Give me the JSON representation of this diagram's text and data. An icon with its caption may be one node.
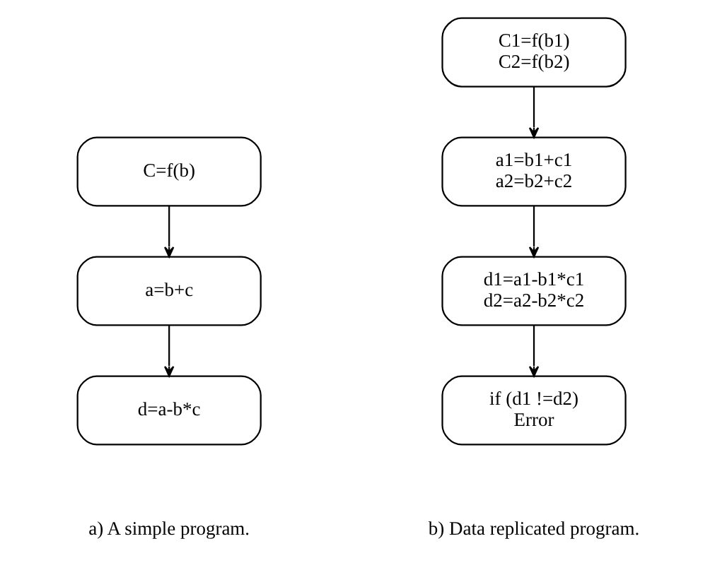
{
  "diagram": {
    "nodes": [
      {
        "text": [
          "C=f(b)"
        ]
      },
      {
        "text": [
          "a=b+c"
        ]
      },
      {
        "text": [
          "d=a-b*c"
        ]
      },
      {
        "text": [
          "C1=f(b1)",
          "C2=f(b2)"
        ]
      },
      {
        "text": [
          "a1=b1+c1",
          "a2=b2+c2"
        ]
      },
      {
        "text": [
          "d1=a1-b1*c1",
          "d2=a2-b2*c2"
        ]
      },
      {
        "text": [
          "if (d1 !=d2)",
          "Error"
        ]
      }
    ],
    "edges": [
      {
        "from": 0,
        "to": 1,
        "arrow": "to"
      },
      {
        "from": 1,
        "to": 2,
        "arrow": "to"
      },
      {
        "from": 3,
        "to": 4,
        "arrow": "to"
      },
      {
        "from": 4,
        "to": 5,
        "arrow": "to"
      },
      {
        "from": 5,
        "to": 6,
        "arrow": "to"
      }
    ],
    "labels": [
      "a) A simple program.",
      "b) Data replicated program."
    ]
  }
}
